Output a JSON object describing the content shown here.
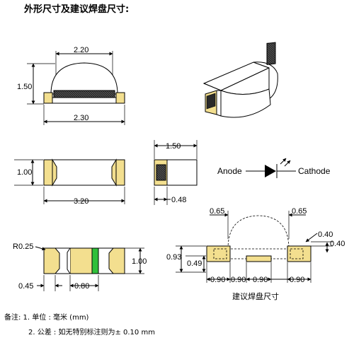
{
  "title": "外形尺寸及建议焊盘尺寸:",
  "colors": {
    "pad": "#f3df8f",
    "polarity_mark": "#2fbf3a",
    "body_dark": "#3b3b3b"
  },
  "dims": {
    "top_width": "2.20",
    "height": "1.50",
    "base_width": "2.30",
    "side_depth": "1.50",
    "body_height": "1.00",
    "body_length": "3.20",
    "pad_depth": "0.48",
    "corner_radius": "R0.25",
    "bottom_height": "1.00",
    "pad_length": "0.45",
    "mark_width": "0.80"
  },
  "symbol": {
    "anode": "Anode",
    "cathode": "Cathode"
  },
  "footprint": {
    "top_left": "0.65",
    "top_right": "0.65",
    "right_a": "0.40",
    "right_b": "0.40",
    "left_a": "0.93",
    "left_b": "0.49",
    "bottom": [
      "0.90",
      "0.90",
      "0.90",
      "0.90"
    ],
    "caption": "建议焊盘尺寸"
  },
  "notes": {
    "line1": "备注: 1. 单位 : 毫米 (mm)",
    "line2": "2. 公差 : 如无特别标注则为± 0.10 mm"
  }
}
